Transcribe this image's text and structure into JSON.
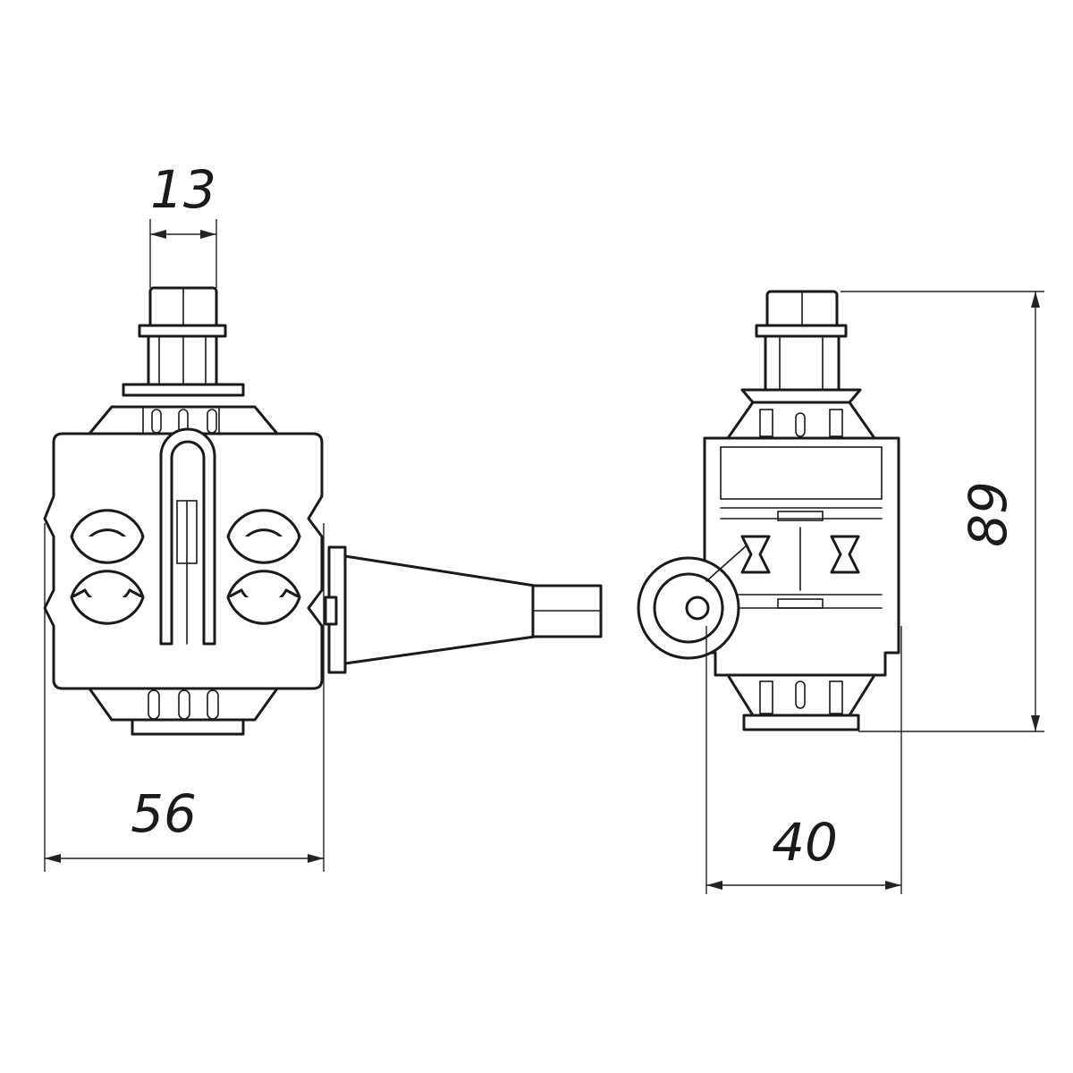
{
  "dimensions": {
    "front_width": "56",
    "bolt_width": "13",
    "side_width": "40",
    "side_height": "89"
  },
  "colors": {
    "line": "#1a1a1a",
    "background": "#ffffff"
  }
}
